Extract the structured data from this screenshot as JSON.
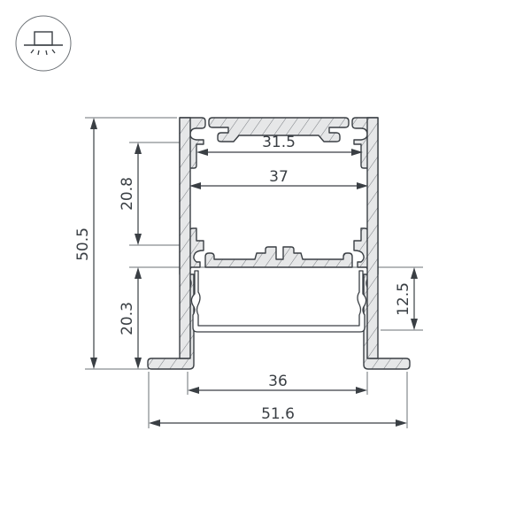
{
  "icon": {
    "name": "suspended-lamp-icon",
    "description": "Suspended / pendant mounting type"
  },
  "drawing": {
    "title": "Aluminium profile cross-section",
    "units": "mm",
    "colors": {
      "line": "#3a3f44",
      "fill": "#e6e7e8",
      "hatch": "#6b7075",
      "background": "#ffffff"
    },
    "dimensions": {
      "total_height": "50.5",
      "upper_chamber_height": "20.8",
      "lower_chamber_height": "20.3",
      "diffuser_height": "12.5",
      "top_slot_width": "31.5",
      "inner_width": "37",
      "opening_width": "36",
      "total_width": "51.6"
    }
  }
}
